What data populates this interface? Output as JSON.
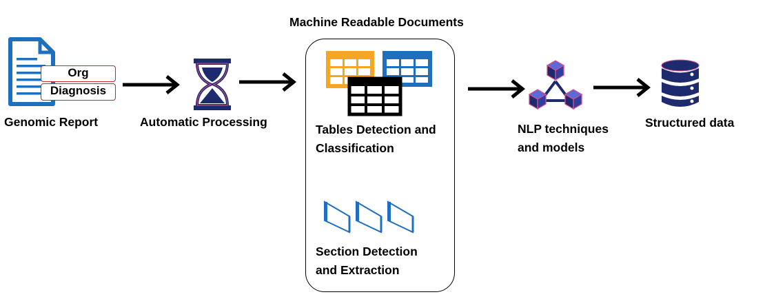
{
  "title": "Machine Readable Documents",
  "report": {
    "label": "Genomic Report",
    "tags": [
      "Org",
      "Diagnosis"
    ]
  },
  "processing": {
    "label": "Automatic Processing"
  },
  "tables": {
    "line1": "Tables Detection and",
    "line2": "Classification"
  },
  "sections": {
    "line1": "Section Detection",
    "line2": "and Extraction"
  },
  "nlp": {
    "line1": "NLP techniques",
    "line2": "and models"
  },
  "structured": {
    "label": "Structured data"
  },
  "colors": {
    "blue": "#1f6fbf",
    "navy": "#1e2a6e",
    "orange": "#f5a623",
    "pink": "#d64d8c",
    "red": "#c0282d"
  },
  "icons": [
    "document-icon",
    "hourglass-icon",
    "table-icon",
    "section-icon",
    "network-cubes-icon",
    "database-icon"
  ]
}
